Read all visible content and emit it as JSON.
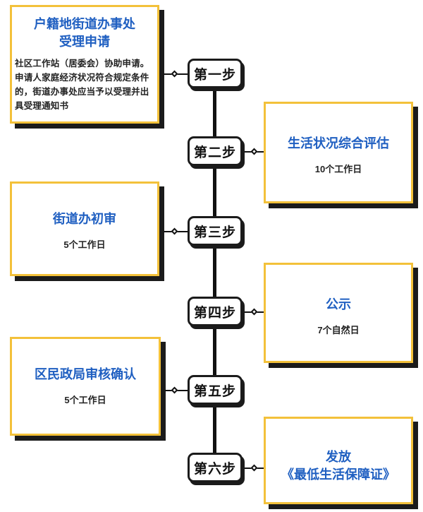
{
  "steps": [
    {
      "label": "第一步"
    },
    {
      "label": "第二步"
    },
    {
      "label": "第三步"
    },
    {
      "label": "第四步"
    },
    {
      "label": "第五步"
    },
    {
      "label": "第六步"
    }
  ],
  "cards": [
    {
      "title": "户籍地街道办事处\n受理申请",
      "desc": "社区工作站（居委会）协助申请。申请人家庭经济状况符合规定条件的，街道办事处应当予以受理并出具受理通知书"
    },
    {
      "title": "生活状况综合评估",
      "sub": "10个工作日"
    },
    {
      "title": "街道办初审",
      "sub": "5个工作日"
    },
    {
      "title": "公示",
      "sub": "7个自然日"
    },
    {
      "title": "区民政局审核确认",
      "sub": "5个工作日"
    },
    {
      "title": "发放\n《最低生活保障证》"
    }
  ],
  "colors": {
    "accent_border": "#f3c13a",
    "title_blue": "#1f5fc1",
    "outline": "#1b1b1b"
  }
}
